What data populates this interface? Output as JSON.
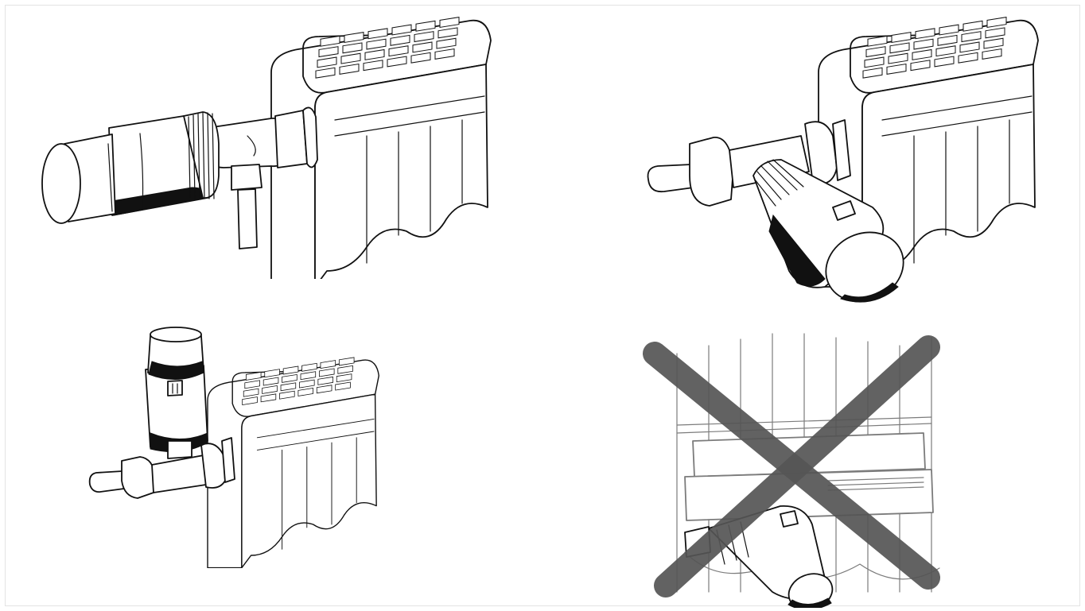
{
  "figure": {
    "panels": [
      {
        "id": "valve-horizontal-head-correct",
        "status": "correct"
      },
      {
        "id": "valve-angled-head-correct",
        "status": "correct"
      },
      {
        "id": "valve-vertical-head-correct",
        "status": "correct"
      },
      {
        "id": "valve-head-downward-incorrect",
        "status": "incorrect"
      }
    ],
    "cross_mark": {
      "icon": "cross-icon",
      "color": "#555555"
    }
  },
  "colors": {
    "ink": "#111111",
    "background": "#ffffff",
    "border": "#e3e3e3",
    "cross": "#555555"
  }
}
